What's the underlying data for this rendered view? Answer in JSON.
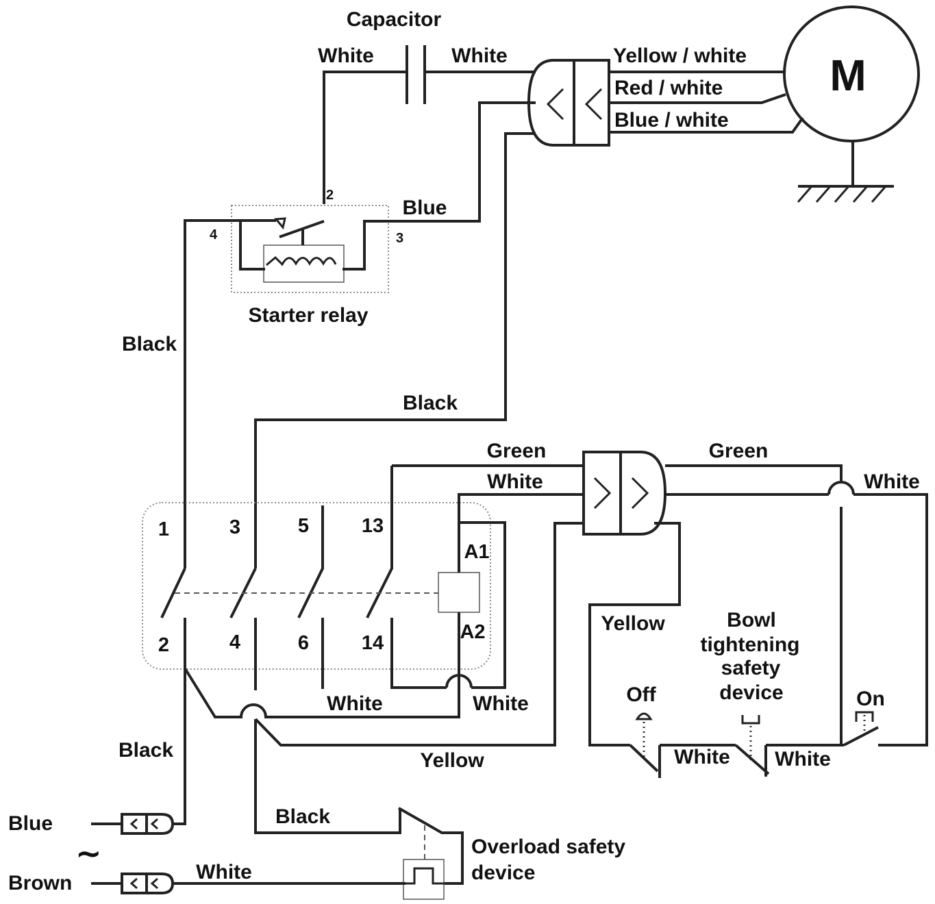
{
  "motor": {
    "symbol": "M"
  },
  "capacitor": {
    "label": "Capacitor"
  },
  "starter_relay": {
    "label": "Starter relay",
    "terminals": {
      "t2": "2",
      "t3": "3",
      "t4": "4"
    }
  },
  "contactor": {
    "top_terminals": [
      "1",
      "3",
      "5",
      "13"
    ],
    "bottom_terminals": [
      "2",
      "4",
      "6",
      "14"
    ],
    "coil": {
      "a1": "A1",
      "a2": "A2"
    }
  },
  "wires": {
    "cap_left": "White",
    "cap_right": "White",
    "motor_yellow_white": "Yellow / white",
    "motor_red_white": "Red / white",
    "motor_blue_white": "Blue / white",
    "relay_blue": "Blue",
    "black_left": "Black",
    "black_mid": "Black",
    "green_left": "Green",
    "white_left": "White",
    "green_right": "Green",
    "white_right": "White",
    "yellow_switch": "Yellow",
    "white_contactor_6": "White",
    "white_coil": "White",
    "yellow_bottom": "Yellow",
    "black_lower": "Black",
    "black_overload": "Black",
    "white_brown": "White",
    "white_off_bowl": "White",
    "white_bowl_on": "White"
  },
  "switches": {
    "off": "Off",
    "bowl": [
      "Bowl",
      "tightening",
      "safety",
      "device"
    ],
    "on": "On"
  },
  "overload": {
    "line1": "Overload safety",
    "line2": "device"
  },
  "supply": {
    "blue": "Blue",
    "brown": "Brown",
    "ac_symbol": "~"
  }
}
